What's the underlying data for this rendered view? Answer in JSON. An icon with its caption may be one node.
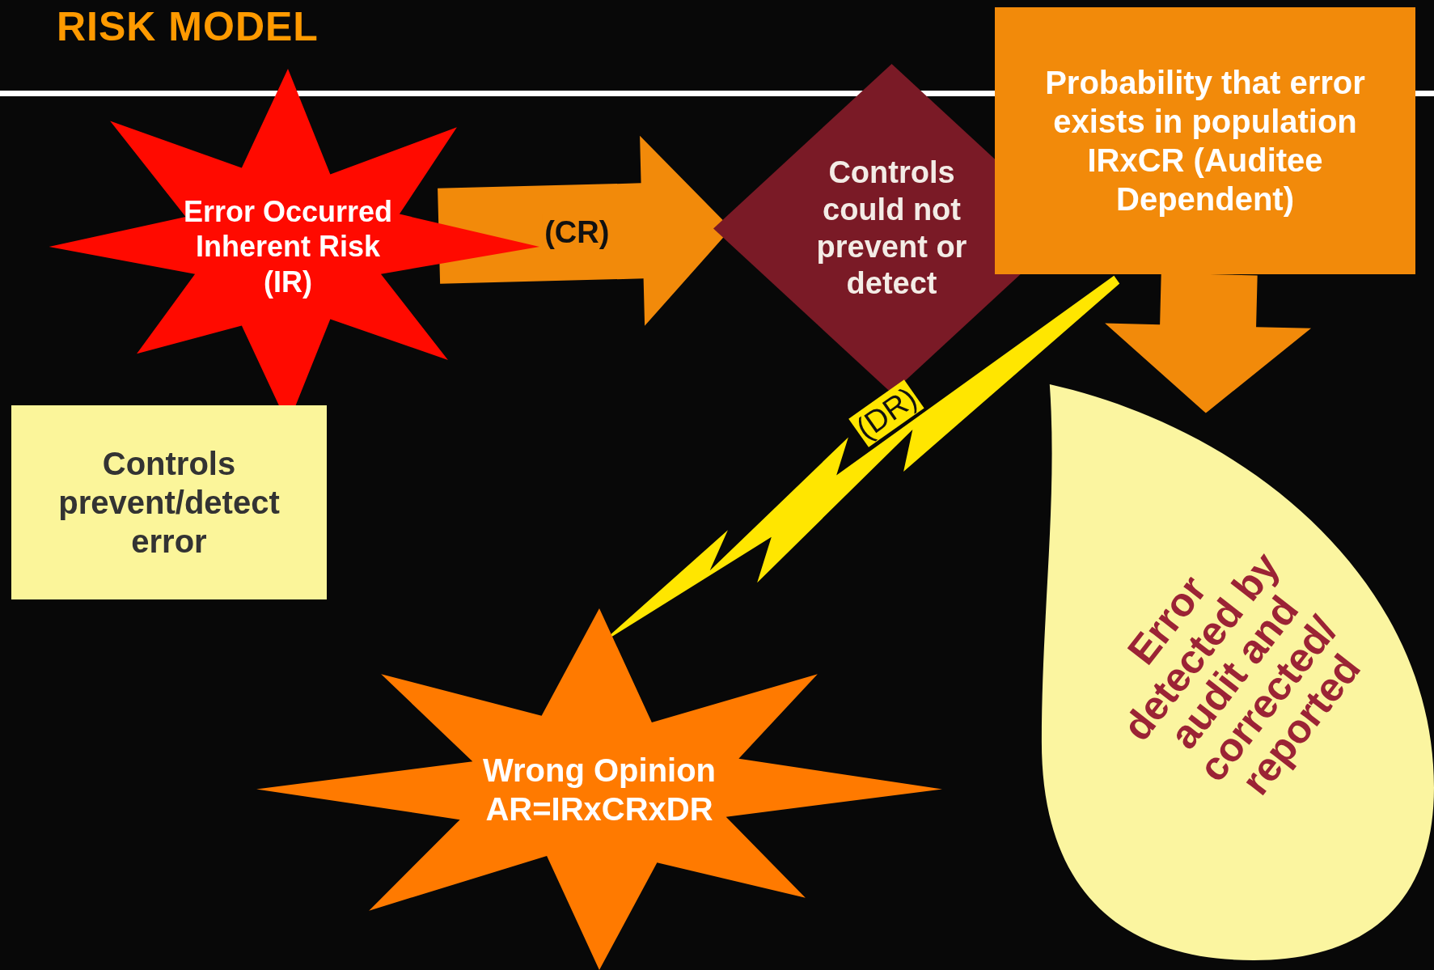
{
  "diagram": {
    "title": "RISK MODEL",
    "nodes": [
      {
        "text": [
          "Error Occurred Inherent Risk (IR)"
        ]
      },
      {
        "text": [
          "Controls could not prevent or detect"
        ]
      },
      {
        "text": [
          "Probability that error exists in population IRxCR (Auditee Dependent)"
        ]
      },
      {
        "text": [
          "Controls prevent/detect error"
        ]
      },
      {
        "text": [
          "Wrong Opinion AR=IRxCRxDR"
        ]
      },
      {
        "text": [
          "Error detected by audit and corrected/ reported"
        ]
      }
    ],
    "edges": [
      {
        "from": 0,
        "to": 1,
        "arrow": "to",
        "label": "(CR)"
      },
      {
        "from": 2,
        "to": 5,
        "arrow": "to"
      },
      {
        "from": 2,
        "to": 4,
        "arrow": "none",
        "label": "(DR)"
      }
    ]
  }
}
